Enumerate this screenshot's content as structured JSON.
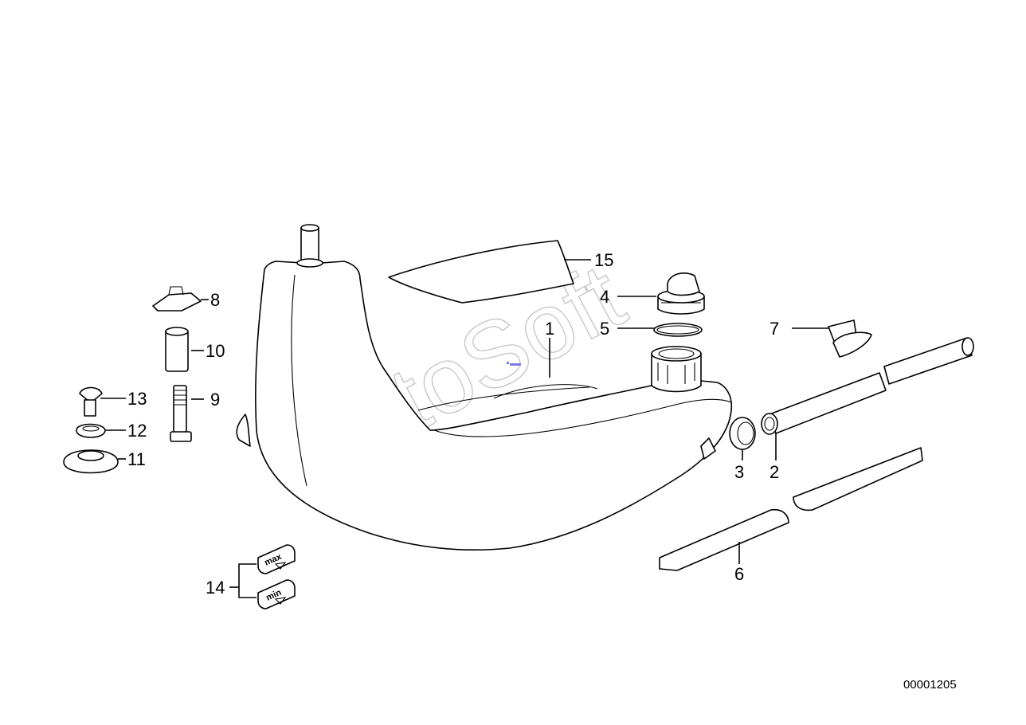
{
  "diagram": {
    "document_number": "00001205",
    "watermark": "AutoSoft",
    "labels": {
      "p1": "1",
      "p2": "2",
      "p3": "3",
      "p4": "4",
      "p5": "5",
      "p6": "6",
      "p7": "7",
      "p8": "8",
      "p9": "9",
      "p10": "10",
      "p11": "11",
      "p12": "12",
      "p13": "13",
      "p14": "14",
      "p15": "15"
    },
    "stickers": {
      "max": "max",
      "min": "min"
    }
  }
}
